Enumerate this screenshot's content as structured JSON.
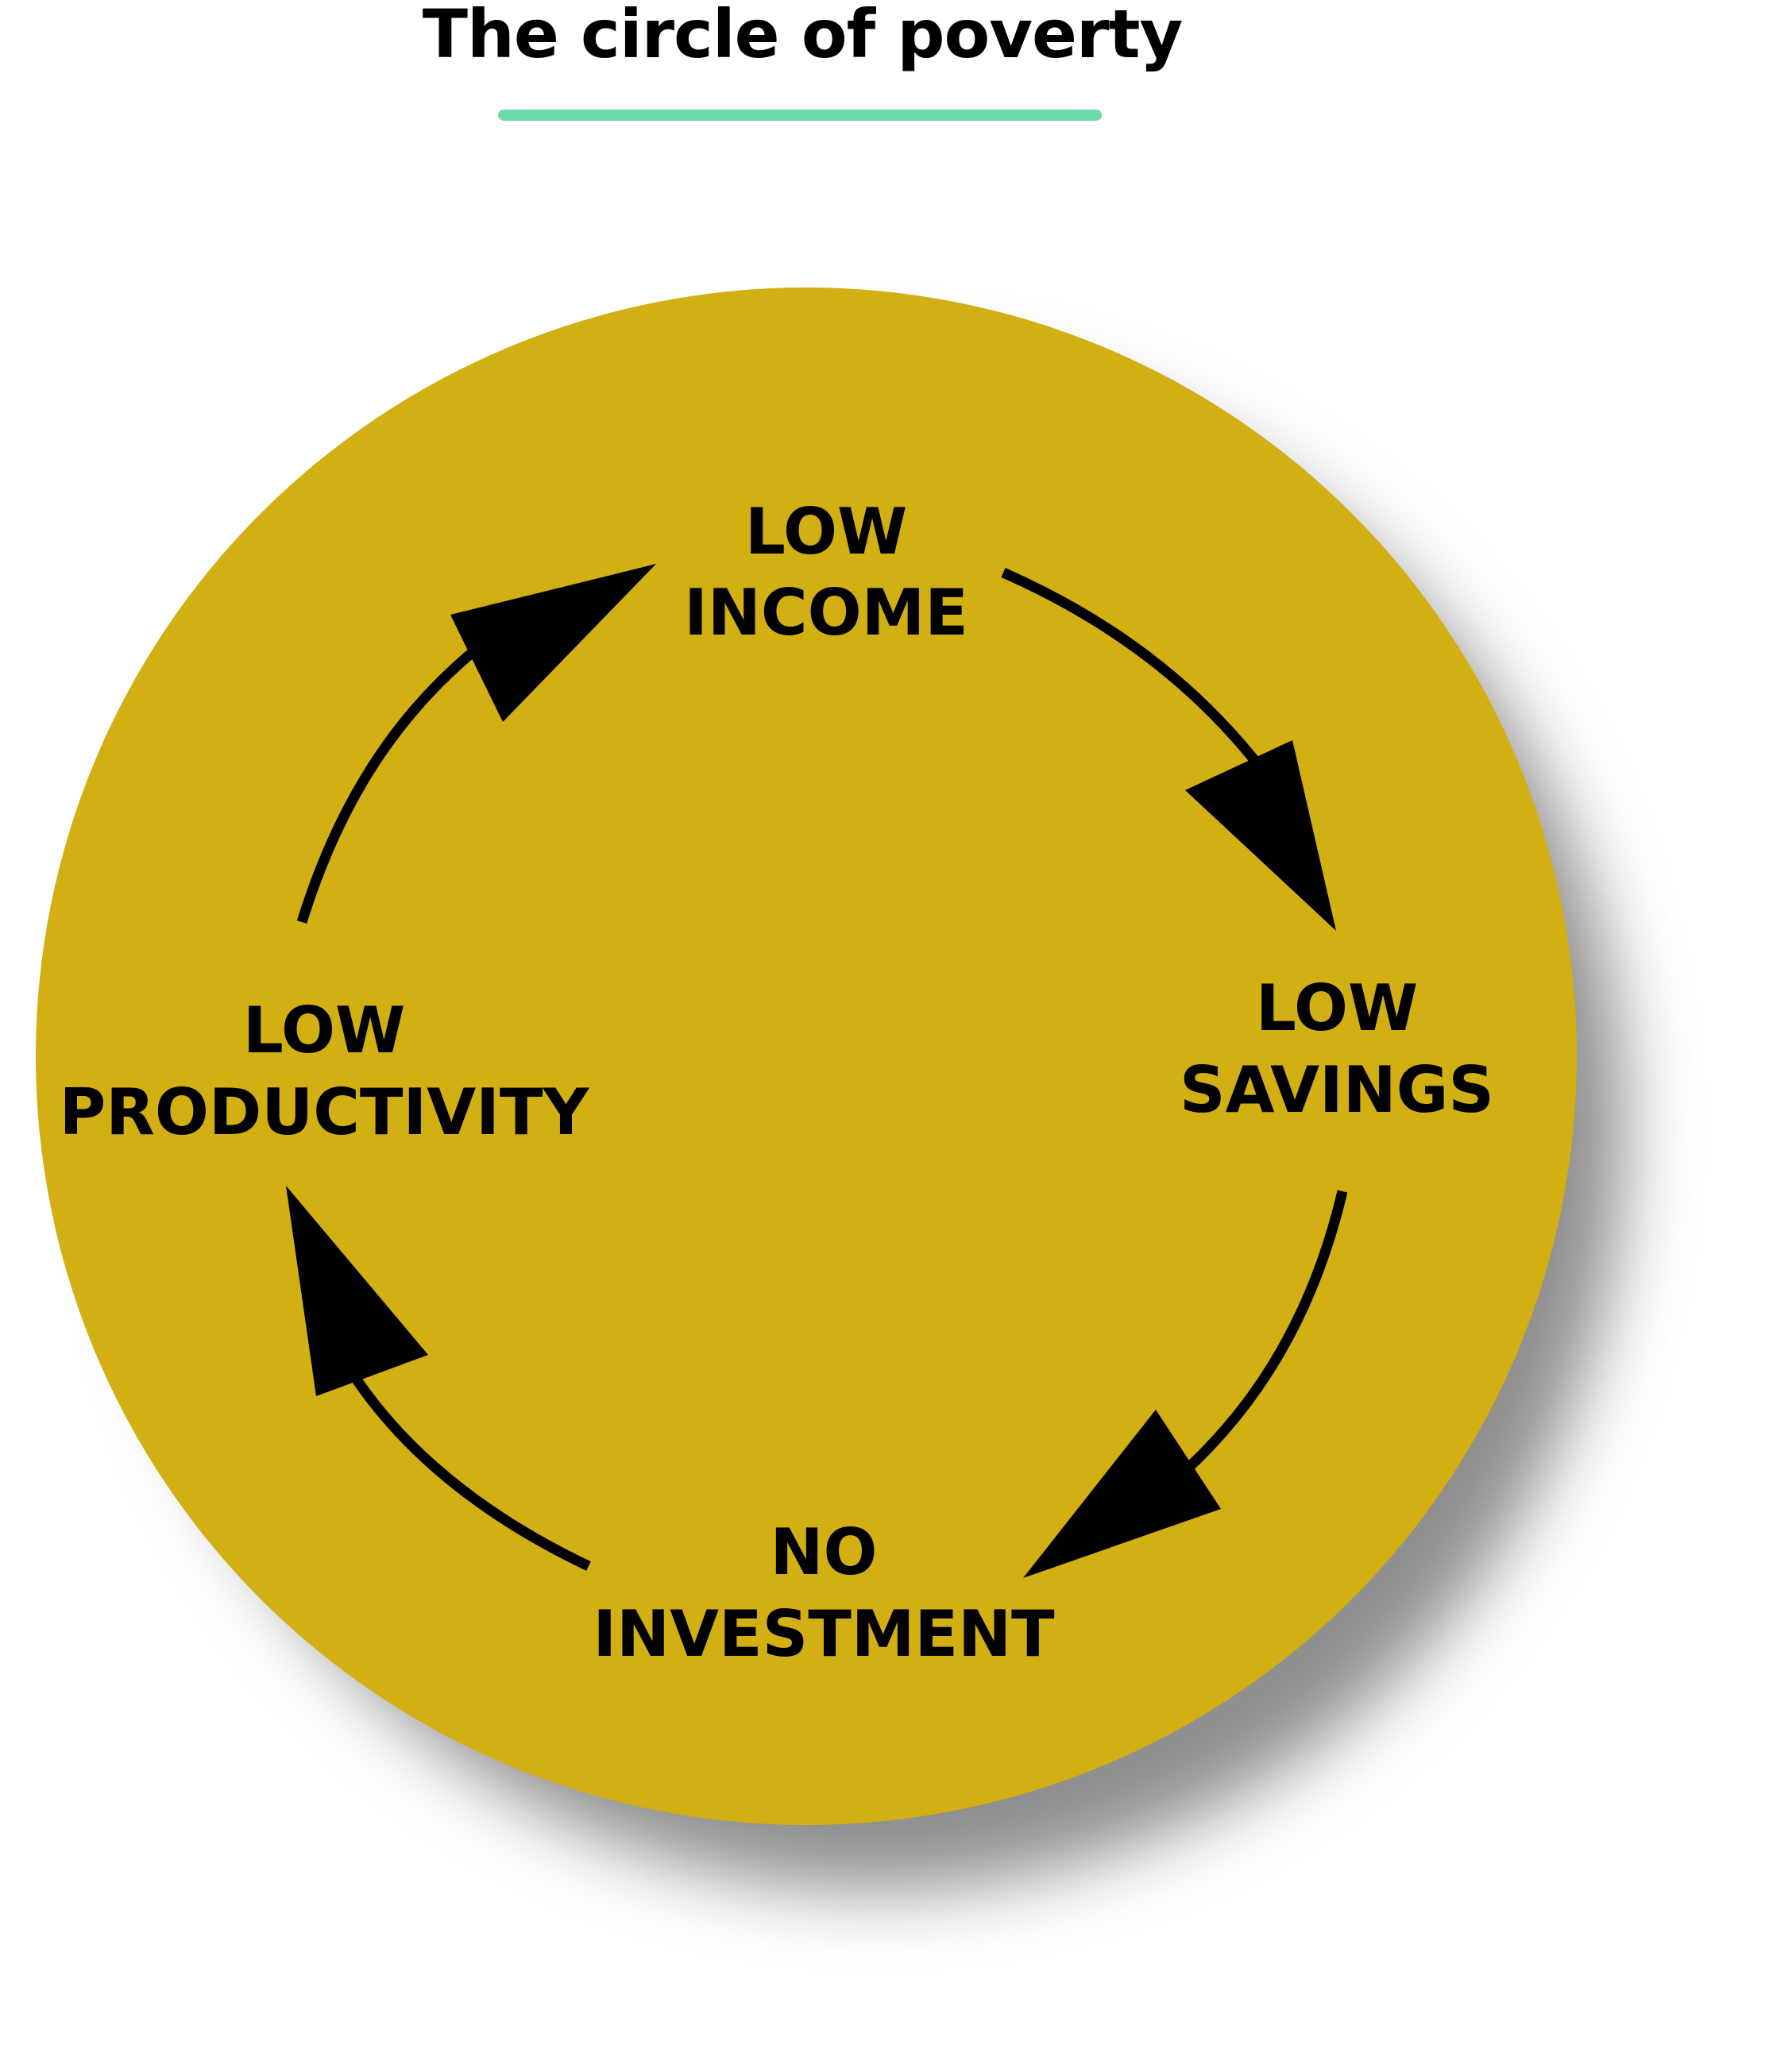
{
  "title": "The circle of poverty",
  "colors": {
    "circle": "#D2AF13",
    "accent_line": "#6BDAAA",
    "shadow": "#8f8f8f",
    "text": "#000000",
    "arrow": "#000000"
  },
  "nodes": [
    {
      "id": "low-income",
      "lines": [
        "LOW",
        "INCOME"
      ]
    },
    {
      "id": "low-savings",
      "lines": [
        "LOW",
        "SAVINGS"
      ]
    },
    {
      "id": "no-investment",
      "lines": [
        "NO",
        "INVESTMENT"
      ]
    },
    {
      "id": "low-productivity",
      "lines": [
        "LOW",
        "PRODUCTIVITY"
      ]
    }
  ],
  "edges": [
    {
      "from": "low-income",
      "to": "low-savings"
    },
    {
      "from": "low-savings",
      "to": "no-investment"
    },
    {
      "from": "no-investment",
      "to": "low-productivity"
    },
    {
      "from": "low-productivity",
      "to": "low-income"
    }
  ]
}
